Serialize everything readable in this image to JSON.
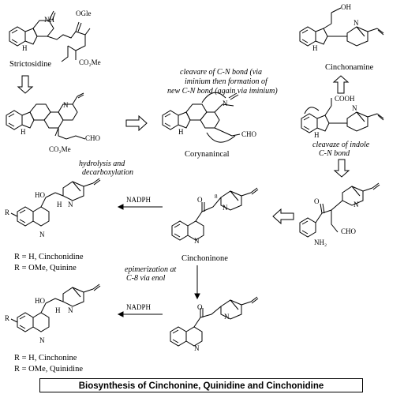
{
  "caption": "Biosynthesis of Cinchonine, Quinidine and Cinchonidine",
  "compounds": {
    "strictosidine": "Strictosidine",
    "corynantheal": "Corynanincal",
    "cinchonamine": "Cinchonamine",
    "cinchoninone": "Cinchoninone"
  },
  "annotations": {
    "cleavage_cn_1": "cleavare of C-N bond (via",
    "cleavage_cn_2": "iminium then formation of",
    "cleavage_cn_3": "new C-N bond (again via iminium)",
    "hydrolysis_1": "hydrolysis and",
    "hydrolysis_2": "decarboxylation",
    "indole_1": "cleavaze of indole",
    "indole_2": "C-N bond",
    "epim_1": "epimerization at",
    "epim_2": "C-8 via enol"
  },
  "reagents": {
    "nadph_top": "NADPH",
    "nadph_bottom": "NADPH"
  },
  "product_labels": {
    "cinchonidine_1": "R = H, Cinchonidine",
    "cinchonidine_2": "R = OMe, Quinine",
    "cinchonine_1": "R = H, Cinchonine",
    "cinchonine_2": "R = OMe, Quinidine"
  },
  "atoms": {
    "nh": "NH",
    "ogle": "OGle",
    "h": "H",
    "n": "N",
    "co2me": "CO₂Me",
    "cho": "CHO",
    "oh": "OH",
    "ho": "HO",
    "cooh": "COOH",
    "o": "O",
    "r": "R",
    "nh2": "NH₂",
    "c8": "8"
  }
}
